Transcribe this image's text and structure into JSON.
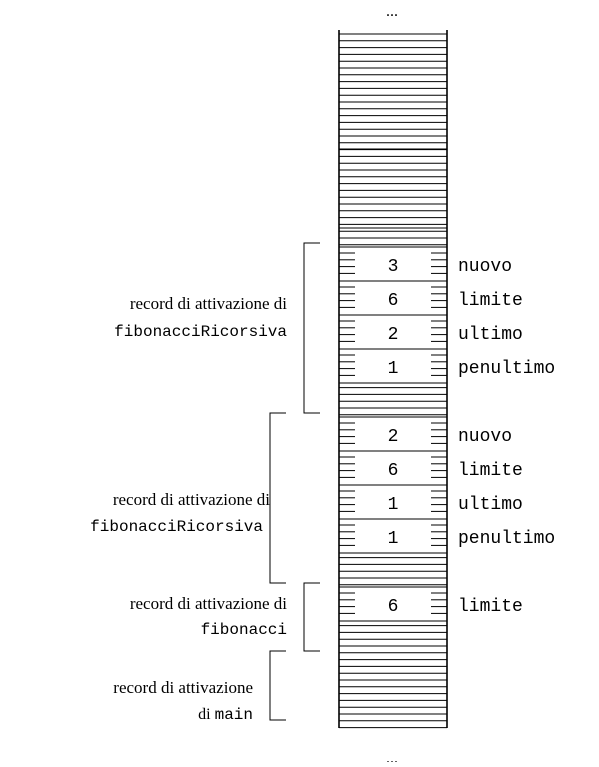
{
  "ellipsis_top": "...",
  "ellipsis_bottom": "...",
  "stack_rows": [
    {
      "value": "3",
      "name": "nuovo"
    },
    {
      "value": "6",
      "name": "limite"
    },
    {
      "value": "2",
      "name": "ultimo"
    },
    {
      "value": "1",
      "name": "penultimo"
    },
    {
      "value": "2",
      "name": "nuovo"
    },
    {
      "value": "6",
      "name": "limite"
    },
    {
      "value": "1",
      "name": "ultimo"
    },
    {
      "value": "1",
      "name": "penultimo"
    },
    {
      "value": "6",
      "name": "limite"
    }
  ],
  "records": [
    {
      "line1": "record di attivazione di",
      "line2_prefix": "",
      "line2_code": "fibonacciRicorsiva"
    },
    {
      "line1": "record di attivazione di",
      "line2_prefix": "",
      "line2_code": "fibonacciRicorsiva"
    },
    {
      "line1": "record di attivazione di",
      "line2_prefix": "",
      "line2_code": "fibonacci"
    },
    {
      "line1": "record di attivazione",
      "line2_prefix": "di ",
      "line2_code": "main"
    }
  ]
}
